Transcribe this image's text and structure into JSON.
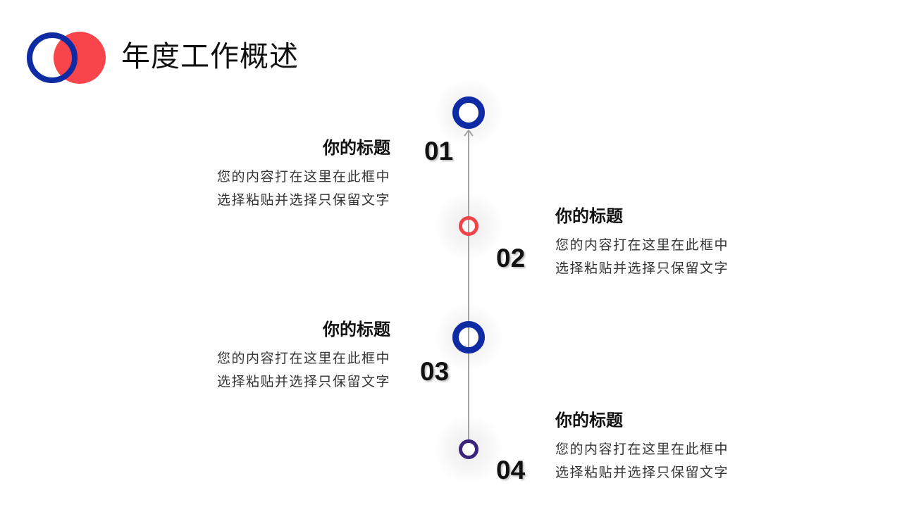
{
  "header": {
    "title": "年度工作概述",
    "logo": {
      "ring_color": "#0f2ba3",
      "dot_color": "#f7454b"
    }
  },
  "timeline": {
    "line_color": "#a3a3a3",
    "items": [
      {
        "number": "01",
        "title": "你的标题",
        "body_line_1": "您的内容打在这里在此框中",
        "body_line_2": "选择粘贴并选择只保留文字",
        "node_color": "#0f2ba3",
        "side": "left"
      },
      {
        "number": "02",
        "title": "你的标题",
        "body_line_1": "您的内容打在这里在此框中",
        "body_line_2": "选择粘贴并选择只保留文字",
        "node_color": "#f0434a",
        "side": "right"
      },
      {
        "number": "03",
        "title": "你的标题",
        "body_line_1": "您的内容打在这里在此框中",
        "body_line_2": "选择粘贴并选择只保留文字",
        "node_color": "#0f2ba3",
        "side": "left"
      },
      {
        "number": "04",
        "title": "你的标题",
        "body_line_1": "您的内容打在这里在此框中",
        "body_line_2": "选择粘贴并选择只保留文字",
        "node_color": "#3a247c",
        "side": "right"
      }
    ]
  }
}
